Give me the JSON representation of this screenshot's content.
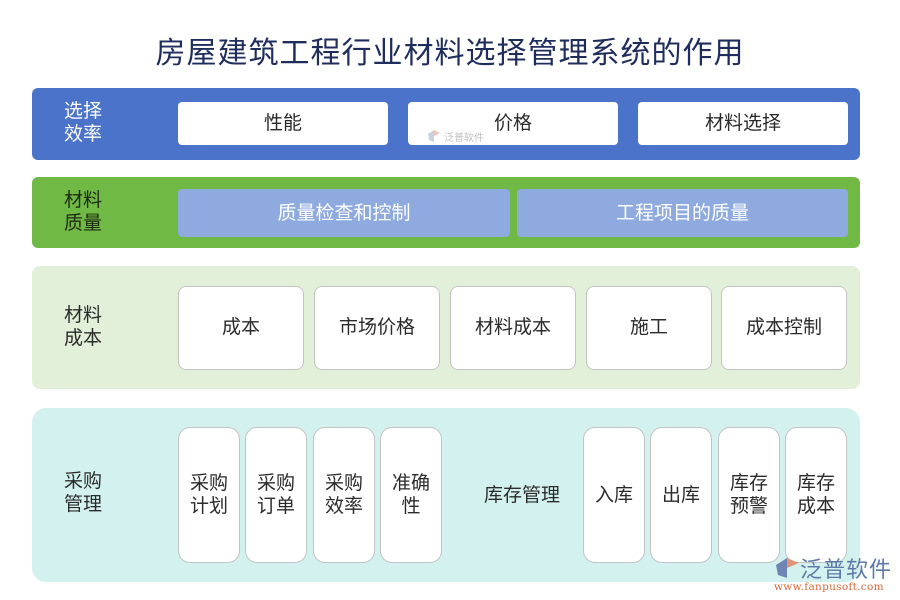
{
  "title": "房屋建筑工程行业材料选择管理系统的作用",
  "colors": {
    "title": "#1f2d5c",
    "row1_bg": "#4a73c9",
    "row2_bg": "#70b944",
    "row2_box": "#8eaade",
    "row3_bg": "#e2f0da",
    "row4_bg": "#d3f2ef",
    "watermark_brand": "#5e79a8",
    "watermark_url": "#d9673a"
  },
  "rows": [
    {
      "label_line1": "选择",
      "label_line2": "效率",
      "items": [
        "性能",
        "价格",
        "材料选择"
      ]
    },
    {
      "label_line1": "材料",
      "label_line2": "质量",
      "items": [
        "质量检查和控制",
        "工程项目的质量"
      ]
    },
    {
      "label_line1": "材料",
      "label_line2": "成本",
      "items": [
        "成本",
        "市场价格",
        "材料成本",
        "施工",
        "成本控制"
      ]
    },
    {
      "label_line1": "采购",
      "label_line2": "管理",
      "left_items": [
        "采购计划",
        "采购订单",
        "采购效率",
        "准确性"
      ],
      "middle_label": "库存管理",
      "right_items": [
        "入库",
        "出库",
        "库存预警",
        "库存成本"
      ]
    }
  ],
  "watermark": {
    "small_text": "泛普软件",
    "brand": "泛普软件",
    "url": "www.fanpusoft.com",
    "icon": "fanpu-logo-icon"
  }
}
